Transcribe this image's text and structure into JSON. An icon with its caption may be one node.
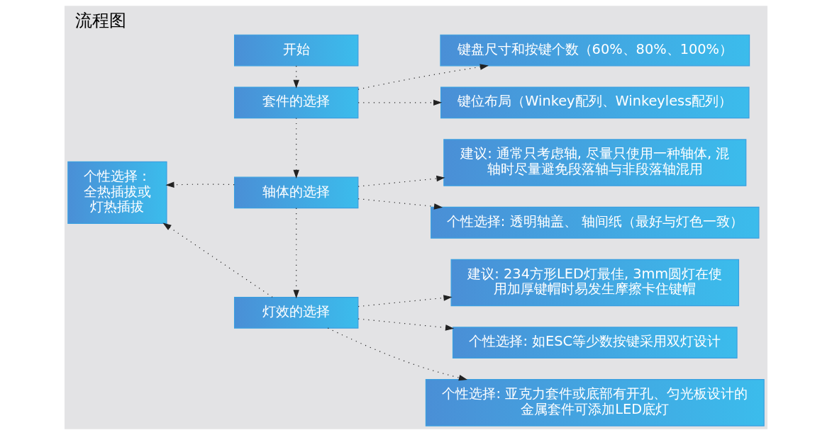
{
  "diagram": {
    "title": "流程图",
    "nodes": [
      {
        "text": [
          "开始"
        ]
      },
      {
        "text": [
          "套件的选择"
        ]
      },
      {
        "text": [
          "键盘尺寸和按键个数（60%、80%、100%）"
        ]
      },
      {
        "text": [
          "键位布局（Winkey配列、Winkeyless配列）"
        ]
      },
      {
        "text": [
          "轴体的选择"
        ]
      },
      {
        "text": [
          "建议: 通常只考虑轴, 尽量只使用一种轴体, 混轴时尽量避免段落轴与非段落轴混用"
        ]
      },
      {
        "text": [
          "个性选择: 透明轴盖、 轴间纸（最好与灯色一致）"
        ]
      },
      {
        "text": [
          "灯效的选择"
        ]
      },
      {
        "text": [
          "建议: 234方形LED灯最佳, 3mm圆灯在使用加厚键帽时易发生摩擦卡住键帽"
        ]
      },
      {
        "text": [
          "个性选择: 如ESC等少数按键采用双灯设计"
        ]
      },
      {
        "text": [
          "个性选择: 亚克力套件或底部有开孔、匀光板设计的金属套件可添加LED底灯"
        ]
      },
      {
        "text": [
          "个性选择：全热插拔或灯热插拔"
        ]
      }
    ],
    "edges": [
      {
        "from": 0,
        "to": 1,
        "arrow": "to"
      },
      {
        "from": 1,
        "to": 2,
        "arrow": "to"
      },
      {
        "from": 1,
        "to": 3,
        "arrow": "to"
      },
      {
        "from": 1,
        "to": 4,
        "arrow": "to"
      },
      {
        "from": 4,
        "to": 5,
        "arrow": "to"
      },
      {
        "from": 4,
        "to": 6,
        "arrow": "to"
      },
      {
        "from": 4,
        "to": 7,
        "arrow": "to"
      },
      {
        "from": 4,
        "to": 11,
        "arrow": "to"
      },
      {
        "from": 7,
        "to": 8,
        "arrow": "to"
      },
      {
        "from": 7,
        "to": 9,
        "arrow": "to"
      },
      {
        "from": 7,
        "to": 10,
        "arrow": "to"
      },
      {
        "from": 7,
        "to": 11,
        "arrow": "to"
      }
    ]
  }
}
